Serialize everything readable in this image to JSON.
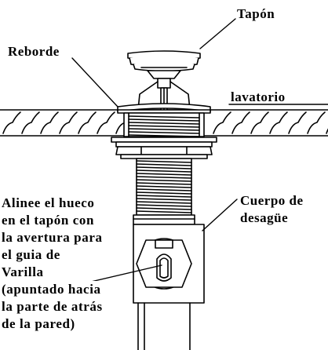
{
  "labels": {
    "stopper": "Tapón",
    "flange": "Reborde",
    "basin": "lavatorio",
    "drain_body_line1": "Cuerpo de",
    "drain_body_line2": "desagüe"
  },
  "instruction_lines": [
    "Alinee el hueco",
    "en el tapón con",
    "la avertura para",
    "el guia de",
    "Varilla",
    "(apuntado hacia",
    "la parte de atrás",
    "de la pared)"
  ],
  "colors": {
    "ink": "#000000",
    "background": "#ffffff"
  }
}
